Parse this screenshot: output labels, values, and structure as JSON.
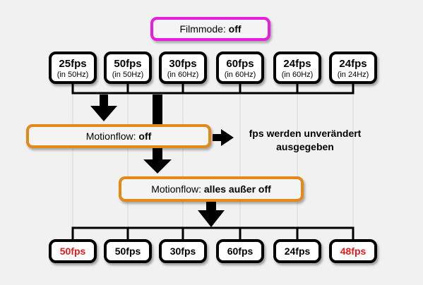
{
  "filmmode": {
    "label": "Filmmode: ",
    "value": "off"
  },
  "inputs": [
    {
      "fps": "25fps",
      "hz": "(in 50Hz)"
    },
    {
      "fps": "50fps",
      "hz": "(in 50Hz)"
    },
    {
      "fps": "30fps",
      "hz": "(in 60Hz)"
    },
    {
      "fps": "60fps",
      "hz": "(in 60Hz)"
    },
    {
      "fps": "24fps",
      "hz": "(in 60Hz)"
    },
    {
      "fps": "24fps",
      "hz": "(in 24Hz)"
    }
  ],
  "motionflow_off": {
    "label": "Motionflow: ",
    "value": "off"
  },
  "note": {
    "line1": "fps werden unverändert",
    "line2": "ausgegeben"
  },
  "motionflow_on": {
    "label": "Motionflow: ",
    "value": "alles außer off"
  },
  "outputs": [
    {
      "fps": "50fps",
      "highlight": true
    },
    {
      "fps": "50fps",
      "highlight": false
    },
    {
      "fps": "30fps",
      "highlight": false
    },
    {
      "fps": "60fps",
      "highlight": false
    },
    {
      "fps": "24fps",
      "highlight": false
    },
    {
      "fps": "48fps",
      "highlight": true
    }
  ],
  "colors": {
    "filmmode_border": "#e61ee0",
    "motionflow_border": "#e28a17",
    "highlight_text": "#e21b1b"
  }
}
